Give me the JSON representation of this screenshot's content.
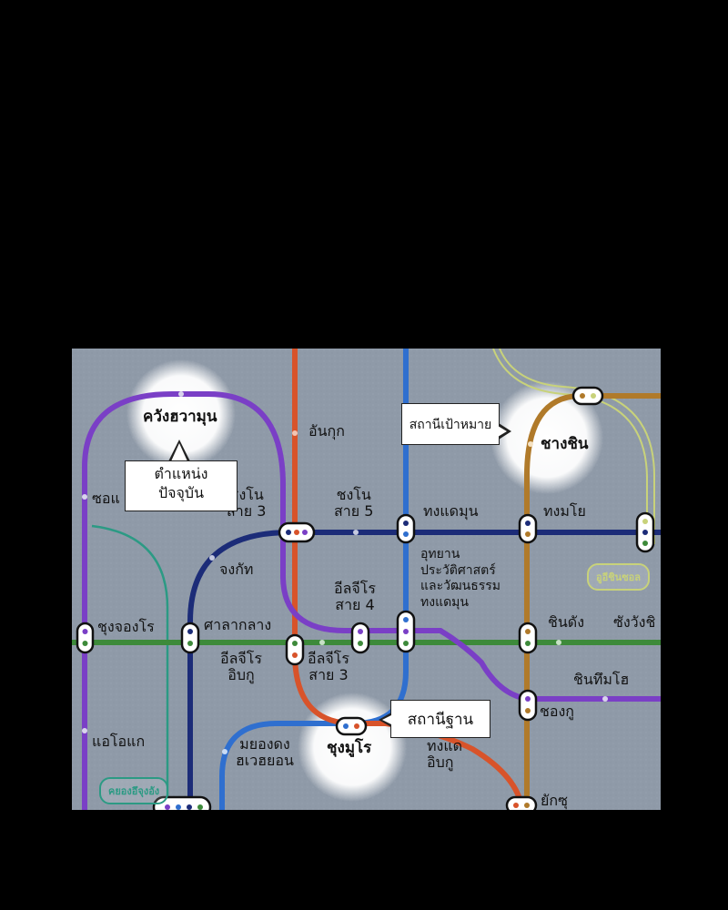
{
  "stations": {
    "kwanghwamun": "ควังฮวามุน",
    "anguk": "อันกุก",
    "seodaemun": "ซอแ",
    "jongno3": "ชงโน\nสาย 3",
    "jongno5": "ชงโน\nสาย 5",
    "dongdaemun": "ทงแดมุน",
    "dongmyo": "ทงมโย",
    "changsin": "ชางชิน",
    "jongak": "จงกัท",
    "museum": "อุทยาน\nประวัติศาสตร์\nและวัฒนธรรม\nทงแดมุน",
    "euljiro4": "อีลจีโร\nสาย 4",
    "chungjeongno": "ชุงจองโร",
    "sinseoldong": "ชินดัง",
    "sangwangsimni": "ซังวังชิ",
    "sisangnim": "ศาลากลาง",
    "euljiro_ipgu": "อีลจีโร\nอิบกู",
    "euljiro3": "อีลจีโร\nสาย 3",
    "sindang": "ชินทึมโฮ",
    "sindang2": "ชองกู",
    "aeogae": "แอโอแก",
    "chungmuro": "ชุงมูโร",
    "myeongdong": "มยองดง\nฮเวฮยอน",
    "dongdaemun_ipgu": "ทงแด\nอิบกู",
    "yaksu": "ยักซุ"
  },
  "badges": {
    "ui_sinseol": "อูอีชินซอล",
    "bottom_left": "คยองอึจุงอัง"
  },
  "callouts": {
    "current": "ตำแหน่ง\nปัจจุบัน",
    "target": "สถานีเป้าหมาย",
    "base": "สถานีฐาน"
  },
  "colors": {
    "background": "#000000",
    "map_bg": "#8f9aa8",
    "line1_blue_navy": "#1c2c78",
    "line2_green": "#3d8a3a",
    "line3_orange": "#d8532a",
    "line4_blue": "#2f6fcf",
    "line5_purple": "#7a3fc6",
    "line6_brown": "#b07a2a",
    "teal_line": "#2c9a84",
    "lime_line": "#c8d27a",
    "highlight": "#ffffff"
  },
  "icons": {
    "current": "current-location-marker-icon",
    "target": "target-station-marker-icon",
    "base": "base-station-marker-icon"
  }
}
